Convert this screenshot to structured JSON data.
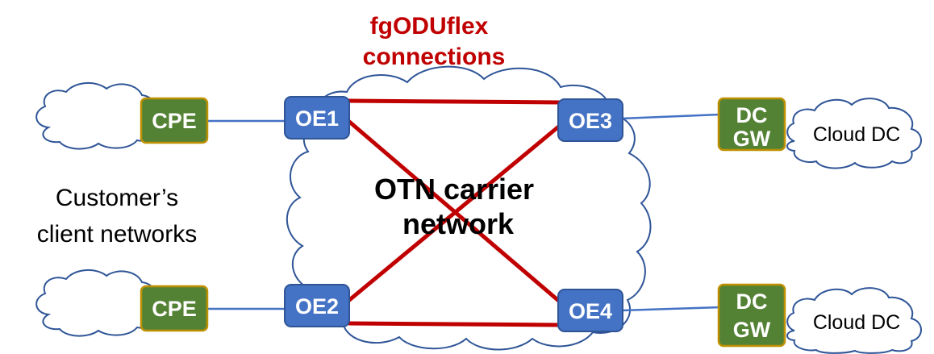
{
  "title": {
    "line1": "fgODUflex",
    "line2": "connections"
  },
  "core_network": {
    "line1": "OTN carrier",
    "line2": "network"
  },
  "customer_label": {
    "line1": "Customer’s",
    "line2": "client networks"
  },
  "nodes": {
    "oe1": "OE1",
    "oe2": "OE2",
    "oe3": "OE3",
    "oe4": "OE4",
    "cpe_top": "CPE",
    "cpe_bottom": "CPE",
    "dcgw_top": {
      "line1": "DC",
      "line2": "GW"
    },
    "dcgw_bottom": {
      "line1": "DC",
      "line2": "GW"
    }
  },
  "cloud_dc": {
    "top": "Cloud DC",
    "bottom": "Cloud DC"
  },
  "colors": {
    "oe_fill": "#4472c4",
    "green_fill": "#548235",
    "green_border": "#bf9000",
    "connection_red": "#c00000",
    "link_blue": "#4472c4",
    "cloud_outline": "#2f5597"
  }
}
